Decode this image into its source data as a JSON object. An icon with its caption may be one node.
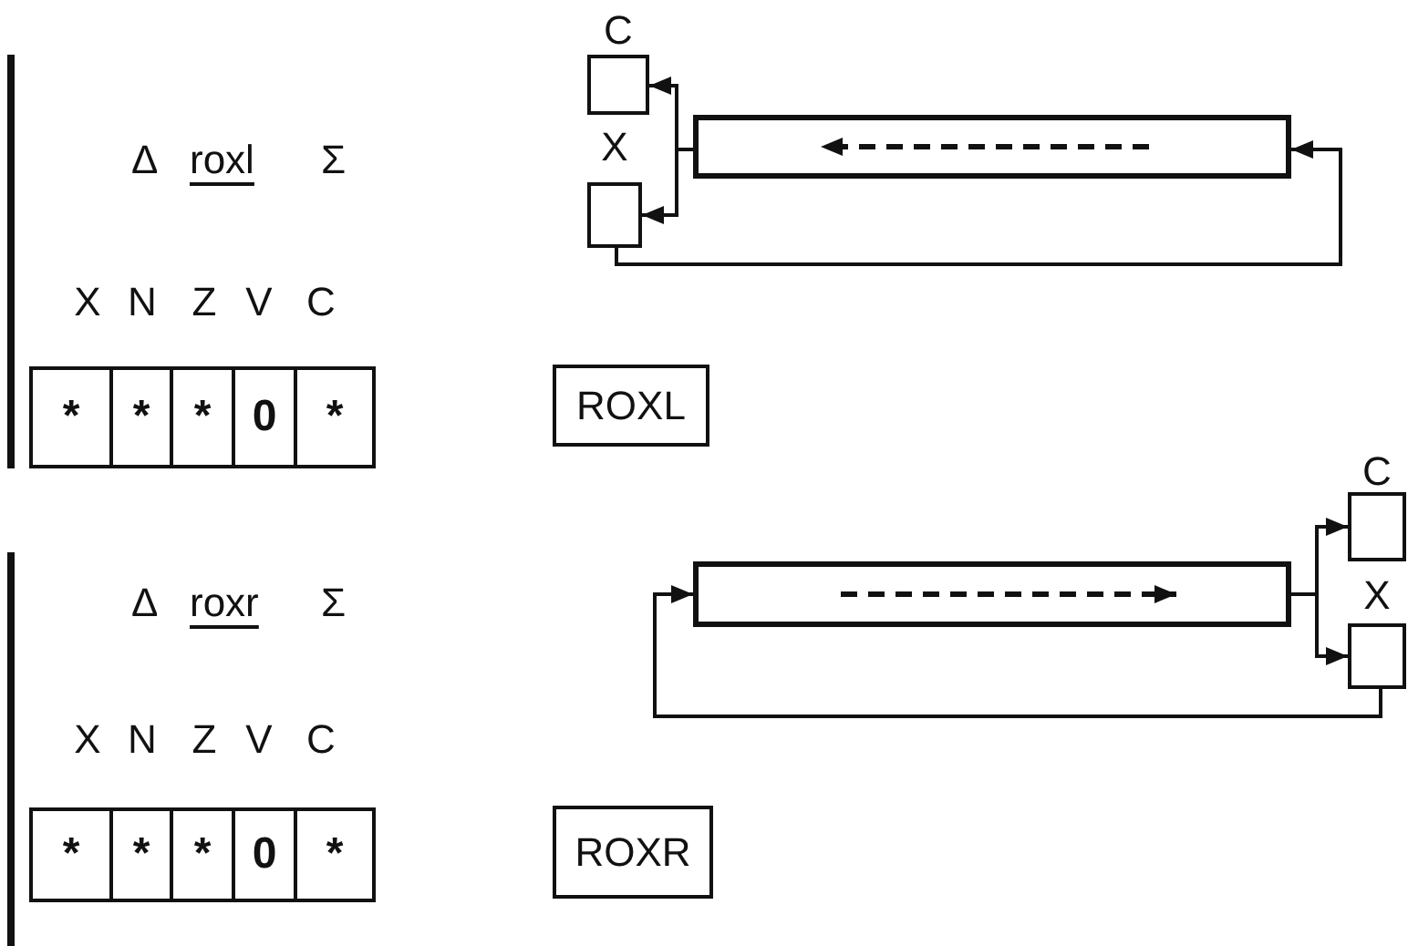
{
  "diagram": {
    "nodes": [
      {
        "text": [
          "C"
        ]
      },
      {
        "text": [
          "X"
        ]
      },
      {
        "text": [],
        "shape": "bar"
      },
      {
        "text": [
          "ROXL"
        ]
      },
      {
        "text": [],
        "shape": "bar"
      },
      {
        "text": [
          "C"
        ]
      },
      {
        "text": [
          "X"
        ]
      },
      {
        "text": [
          "ROXR"
        ]
      }
    ],
    "edges": [
      {
        "from": 2,
        "to": 0,
        "arrow": "to"
      },
      {
        "from": 2,
        "to": 1,
        "arrow": "to"
      },
      {
        "from": 1,
        "to": 2,
        "arrow": "to"
      },
      {
        "from": 4,
        "to": 5,
        "arrow": "to"
      },
      {
        "from": 4,
        "to": 6,
        "arrow": "to"
      },
      {
        "from": 6,
        "to": 4,
        "arrow": "to"
      }
    ],
    "labels": [
      "Δ",
      "roxl",
      "Σ",
      "X",
      "N",
      "Z",
      "V",
      "C",
      "*",
      "*",
      "*",
      "0",
      "*",
      "Δ",
      "roxr",
      "Σ",
      "X",
      "N",
      "Z",
      "V",
      "C",
      "*",
      "*",
      "*",
      "0",
      "*"
    ]
  }
}
